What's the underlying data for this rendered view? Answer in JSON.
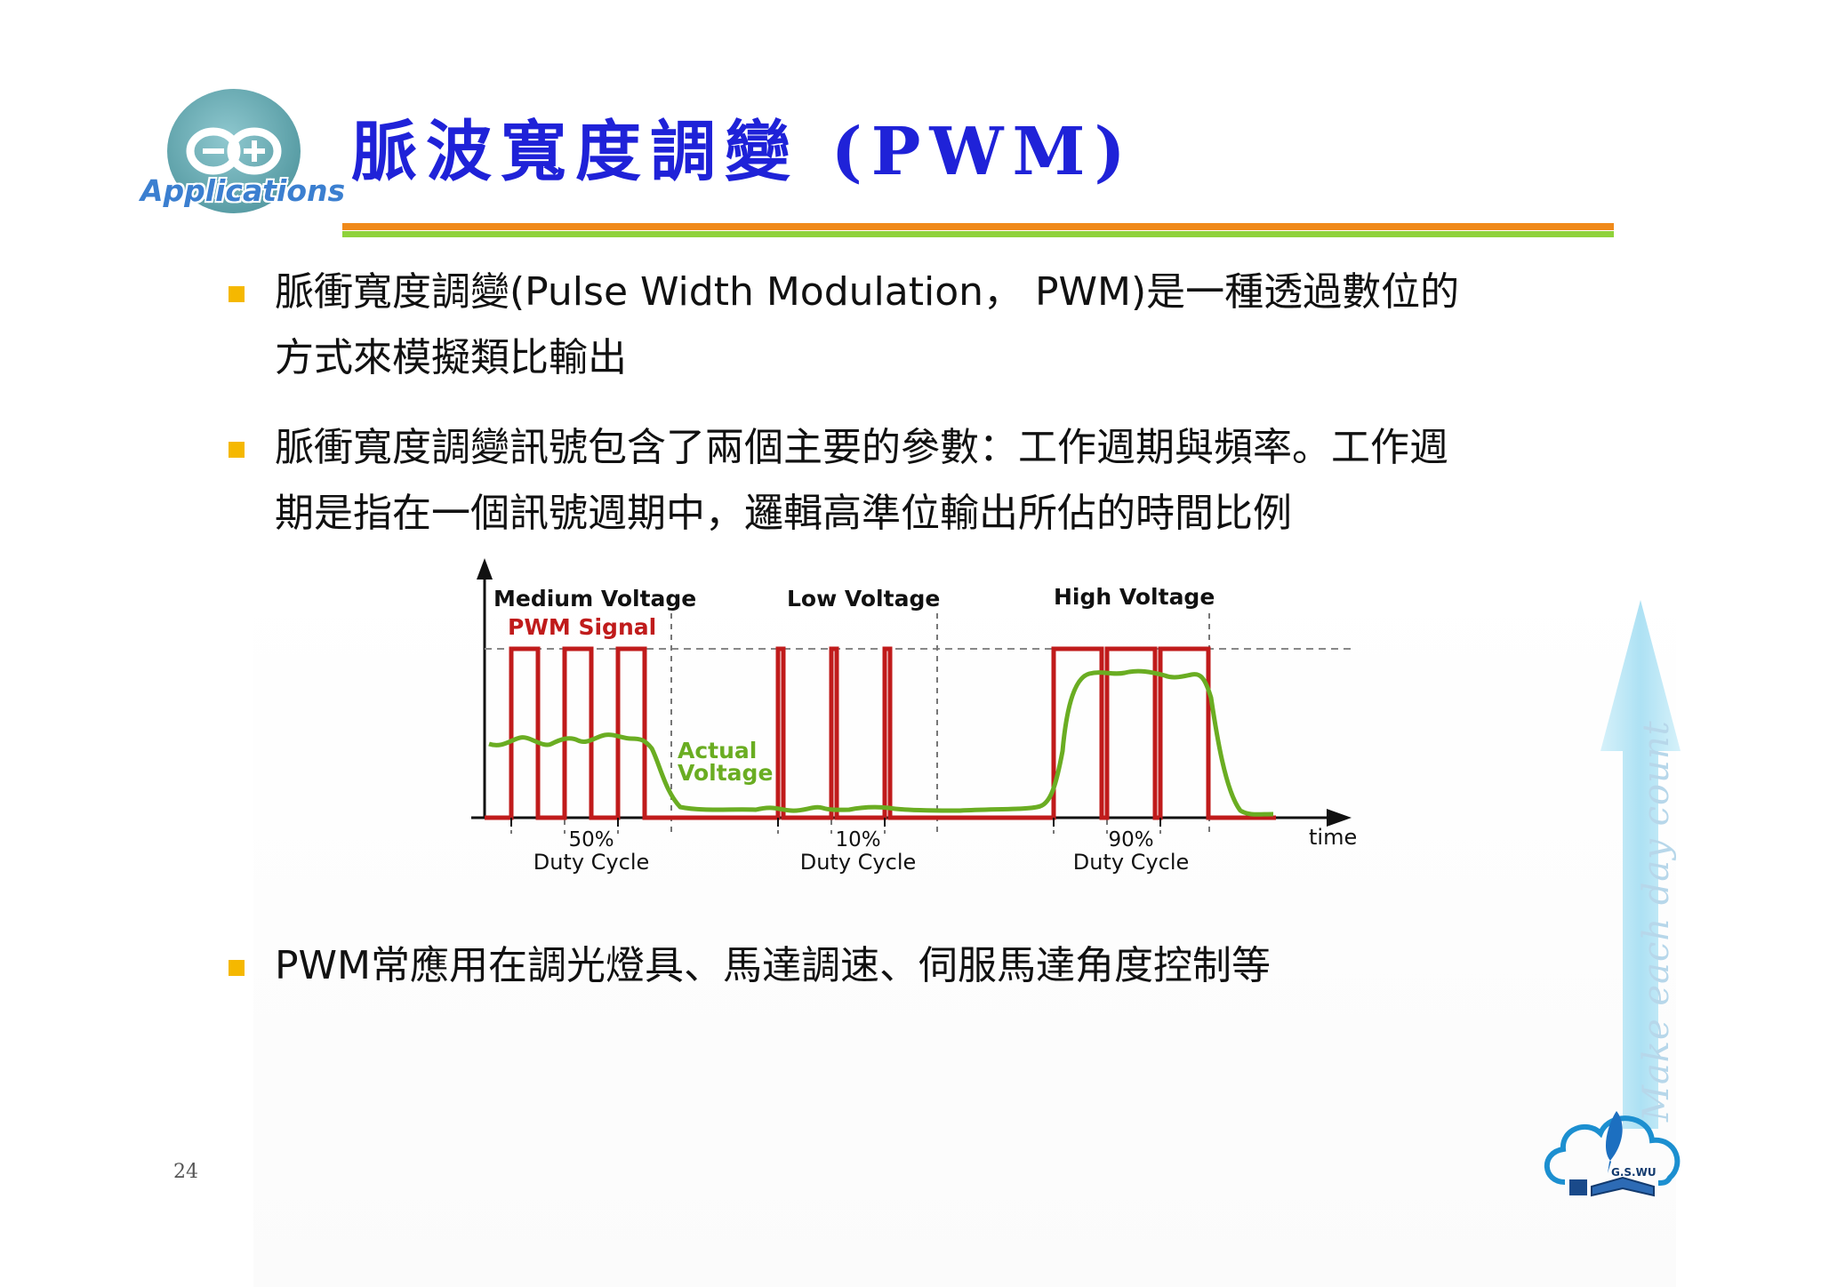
{
  "logo": {
    "text": "Applications"
  },
  "title": "脈波寬度調變 (PWM)",
  "bullets": [
    {
      "lines": [
        "脈衝寬度調變(Pulse Width Modulation， PWM)是一種透過數位的",
        "方式來模擬類比輸出"
      ]
    },
    {
      "lines": [
        "脈衝寬度調變訊號包含了兩個主要的參數：工作週期與頻率。工作週",
        "期是指在一個訊號週期中，邏輯高準位輸出所佔的時間比例"
      ]
    },
    {
      "lines": [
        "PWM常應用在調光燈具、馬達調速、伺服馬達角度控制等"
      ]
    }
  ],
  "chart": {
    "section_labels": [
      "Medium Voltage",
      "Low Voltage",
      "High Voltage"
    ],
    "pwm_label": "PWM Signal",
    "actual_label_lines": [
      "Actual",
      "Voltage"
    ],
    "duty_values": [
      "50%",
      "10%",
      "90%"
    ],
    "duty_caption": "Duty Cycle",
    "time_label": "time"
  },
  "side_motto": "Make each day count",
  "corner_logo": {
    "text": "G.S.WU"
  },
  "page_number": "24",
  "colors": {
    "title": "#1f22d8",
    "bullet_marker": "#f5b800",
    "pwm_signal": "#c01b1b",
    "actual_voltage": "#6aad22",
    "rule_orange": "#f08a1a",
    "rule_green": "#8fd23a"
  }
}
